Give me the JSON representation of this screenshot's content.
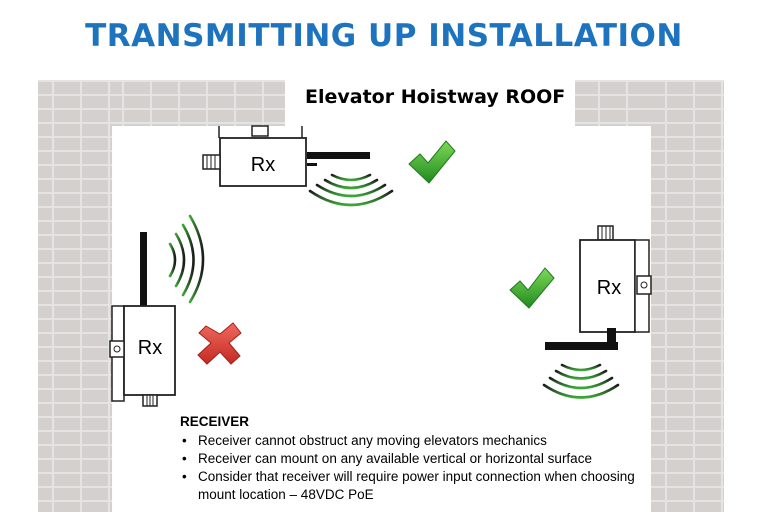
{
  "title": "TRANSMITTING UP INSTALLATION",
  "roof_label": "Elevator Hoistway ROOF",
  "receivers": [
    {
      "label": "Rx",
      "position": "roof",
      "status": "correct"
    },
    {
      "label": "Rx",
      "position": "left wall",
      "status": "incorrect"
    },
    {
      "label": "Rx",
      "position": "right wall",
      "status": "correct"
    }
  ],
  "status_icons": {
    "correct": {
      "icon": "check-icon",
      "color": "#3aa935"
    },
    "incorrect": {
      "icon": "cross-icon",
      "color": "#d9342b"
    }
  },
  "notes": {
    "heading": "RECEIVER",
    "bullets": [
      "Receiver cannot obstruct any moving elevators mechanics",
      "Receiver can mount on any available vertical or horizontal surface",
      "Consider that receiver will require power input connection when choosing mount location – 48VDC PoE"
    ]
  },
  "colors": {
    "title": "#1e73be",
    "wall": "#d3d0cd",
    "signal": "#3aa935"
  }
}
